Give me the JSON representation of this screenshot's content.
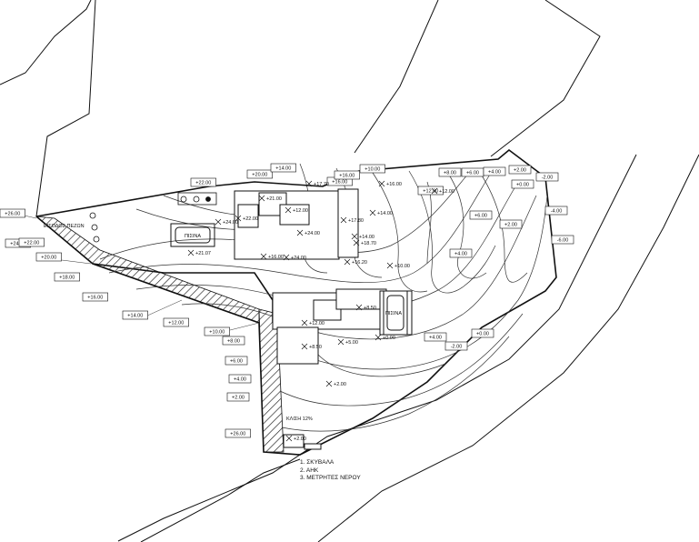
{
  "elevations": [
    "+26.00",
    "+24.00",
    "+22.00",
    "+20.00",
    "+18.00",
    "+16.00",
    "+14.00",
    "+12.00",
    "+10.00",
    "+8.00",
    "+6.00",
    "+4.00",
    "+2.00",
    "+26.00",
    "+22.00",
    "+20.00",
    "+14.00",
    "+10.00",
    "+8.00",
    "+6.00",
    "+4.00",
    "+2.00",
    "+0.00",
    "-2.00",
    "-4.00",
    "-6.00",
    "+16.00",
    "+12.00",
    "+4.00",
    "+2.00",
    "+6.00",
    "+4.00",
    "+0.00",
    "-2.00",
    "+16.00"
  ],
  "spot_levels": [
    "+21.00",
    "+22.00",
    "+24.00",
    "+21.07",
    "+24.00",
    "+24.00",
    "+17.70",
    "+16.00",
    "+17.80",
    "+14.00",
    "+18.70",
    "+16.20",
    "+12.00",
    "+10.00",
    "+12.00",
    "+8.50",
    "+8.50",
    "+5.00",
    "+2.00",
    "+0.00",
    "+14.00",
    "+12.00",
    "+16.00",
    "+2.00"
  ],
  "room_labels": [
    "ΠΙΣΙΝΑ",
    "ΠΙΣΙΝΑ"
  ],
  "notes": [
    "ΚΛΙΣΗ 12%",
    "ΕΙΣΟΔΟΣ ΠΕΖΩΝ"
  ],
  "legend": [
    "1. ΣΚΥΒΑΛΑ",
    "2. ΑΗΚ",
    "3. ΜΕΤΡΗΤΕΣ ΝΕΡΟΥ"
  ]
}
